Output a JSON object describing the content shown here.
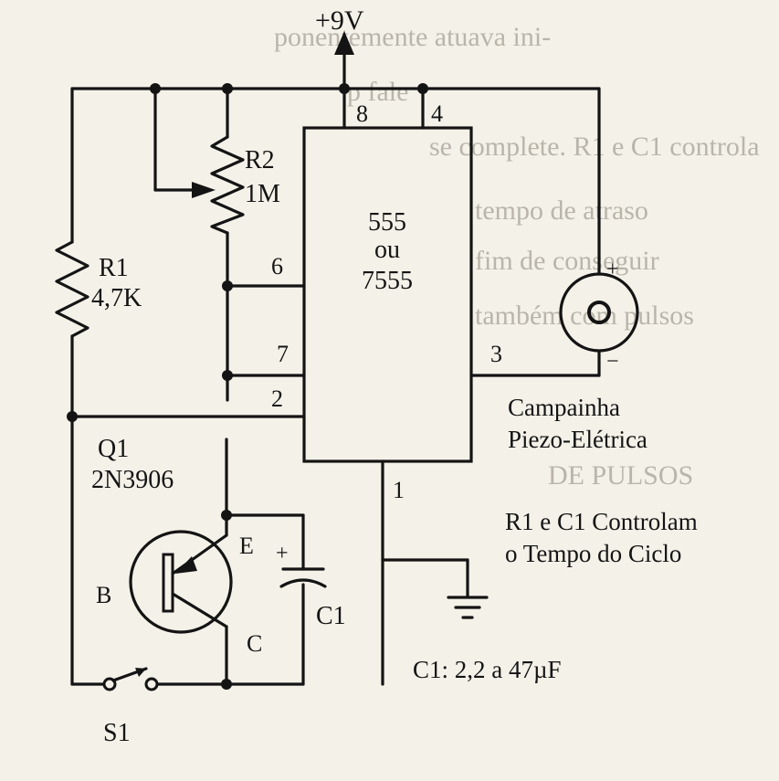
{
  "supply": {
    "label": "+9V"
  },
  "ic": {
    "line1": "555",
    "line2": "ou",
    "line3": "7555"
  },
  "pins": {
    "p8": "8",
    "p4": "4",
    "p6": "6",
    "p7": "7",
    "p2": "2",
    "p3": "3",
    "p1": "1"
  },
  "r1": {
    "name": "R1",
    "value": "4,7K"
  },
  "r2": {
    "name": "R2",
    "value": "1M"
  },
  "q1": {
    "name": "Q1",
    "part": "2N3906",
    "emitter": "E",
    "base": "B",
    "collector": "C"
  },
  "c1": {
    "name": "C1",
    "plus": "+",
    "note": "C1: 2,2 a 47µF"
  },
  "switch": {
    "name": "S1"
  },
  "buzzer": {
    "plus": "+",
    "minus": "−",
    "line1": "Campainha",
    "line2": "Piezo-Elétrica"
  },
  "caption": {
    "line1": "R1 e C1 Controlam",
    "line2": "o Tempo do Ciclo"
  },
  "colors": {
    "ink": "#141414",
    "paper": "#f4f1e8",
    "bleed": "#b9b5ab"
  }
}
